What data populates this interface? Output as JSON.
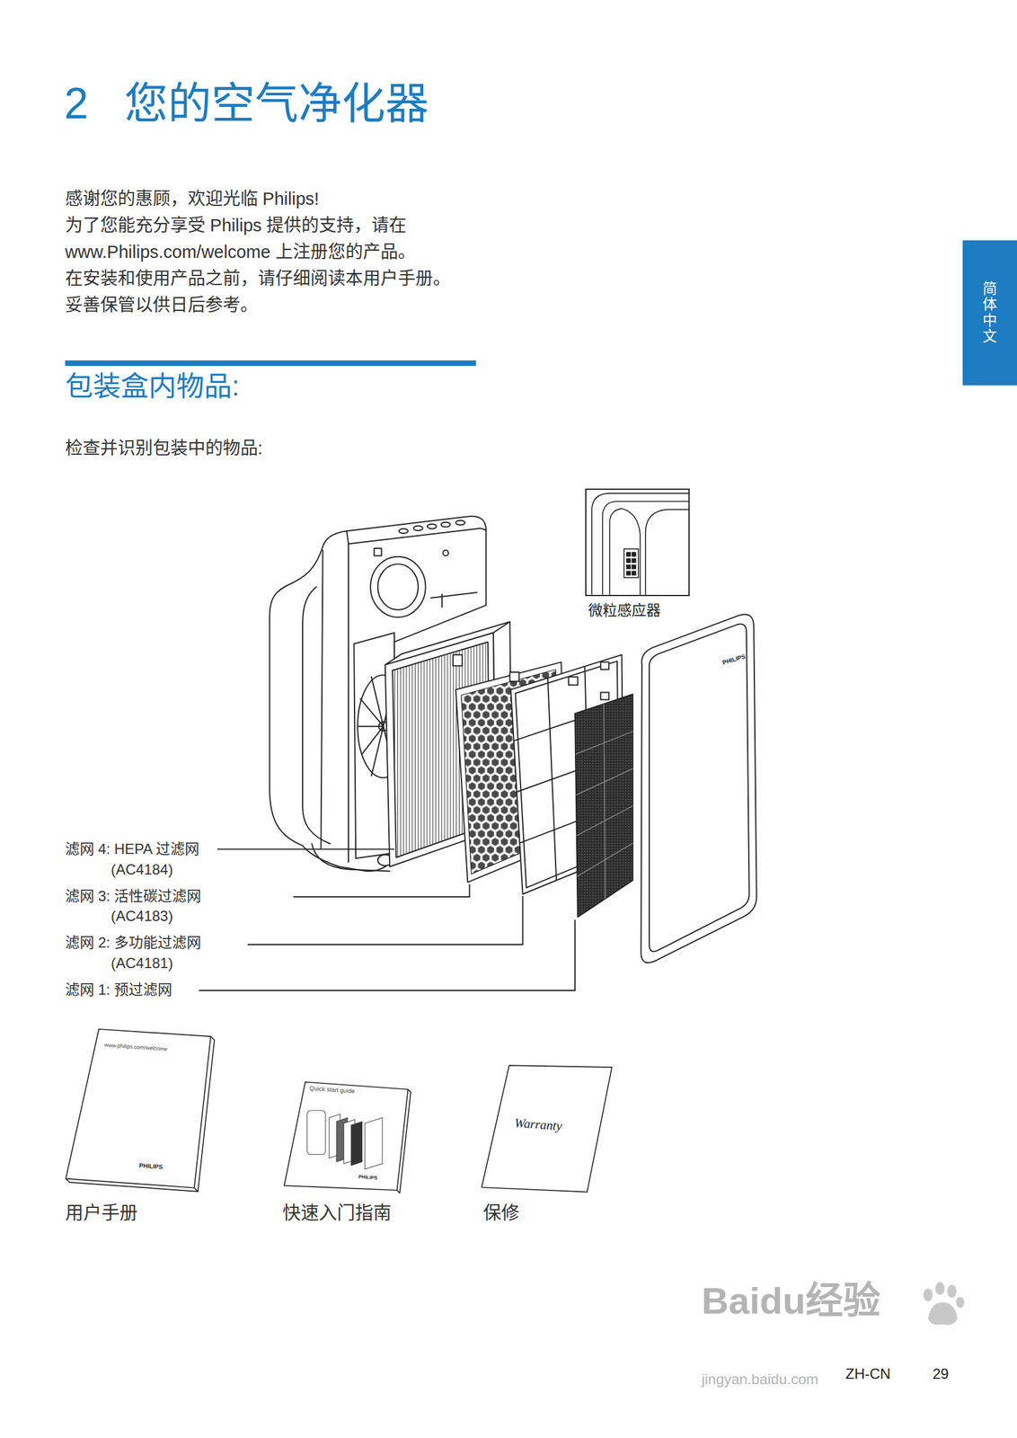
{
  "diagram": {
    "title": "2 您的空气净化器",
    "nodes": [
      {
        "text": [
          "简体中文"
        ]
      },
      {
        "text": [
          "微粒感应器"
        ]
      },
      {
        "text": [
          "www.philips.com/welcome",
          "PHILIPS",
          "用户手册"
        ]
      },
      {
        "text": [
          "Quick start guide",
          "PHILIPS",
          "快速入门指南"
        ]
      },
      {
        "text": [
          "Warranty",
          "保修"
        ]
      }
    ],
    "labels": [
      "感谢您的惠顾，欢迎光临 Philips!",
      "为了您能充分享受 Philips 提供的支持，请在 www.Philips.com/welcome 上注册您的产品。",
      "在安装和使用产品之前，请仔细阅读本用户手册。 妥善保管以供日后参考。",
      "包装盒内物品:",
      "检查并识别包装中的物品:",
      "滤网 4: HEPA 过滤网",
      "(AC4184)",
      "滤网 3: 活性碳过滤网",
      "(AC4183)",
      "滤网 2: 多功能过滤网",
      "(AC4181)",
      "滤网 1: 预过滤网",
      "PHILIPS",
      "Baidu经验",
      "jingyan.baidu.com",
      "ZH-CN",
      "29"
    ]
  }
}
